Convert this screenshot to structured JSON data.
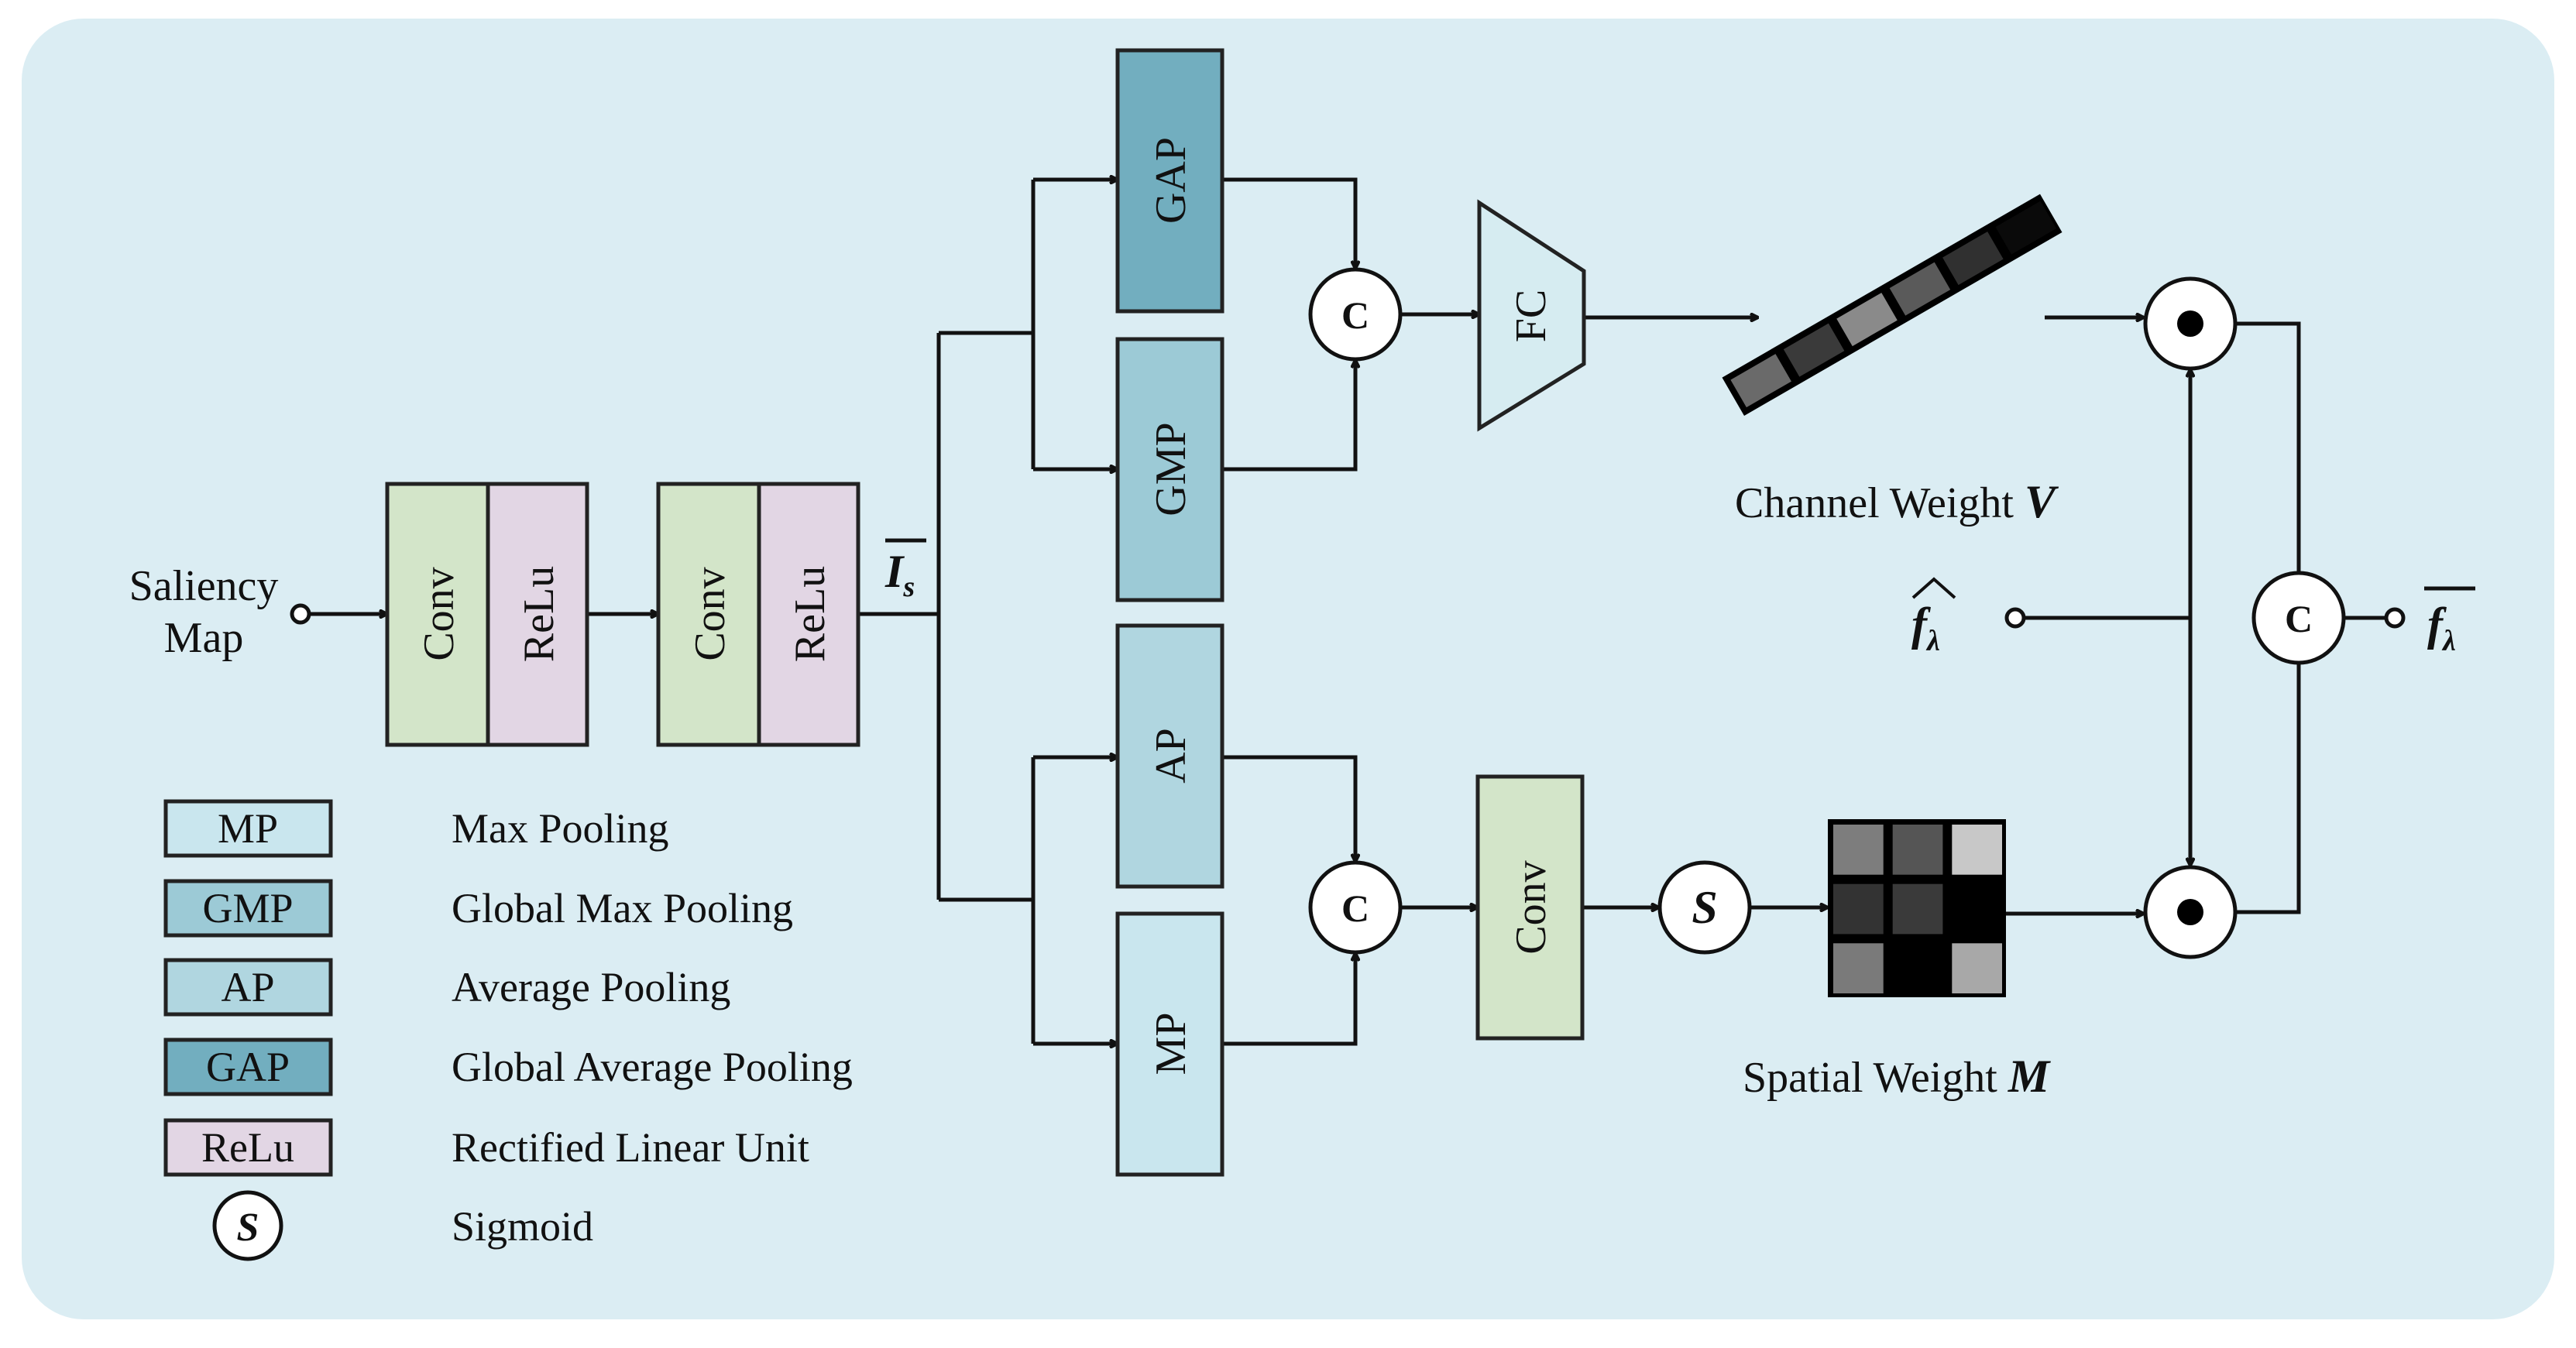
{
  "input": {
    "label_line1": "Saliency",
    "label_line2": "Map"
  },
  "blocks": {
    "conv": "Conv",
    "relu": "ReLu",
    "gap": "GAP",
    "gmp": "GMP",
    "ap": "AP",
    "mp": "MP",
    "fc": "FC"
  },
  "symbols": {
    "concat": "C",
    "sigmoid": "S",
    "i_base": "I",
    "i_sub": "s",
    "f_base": "f",
    "f_sub": "λ"
  },
  "weights": {
    "channel_label": "Channel Weight",
    "channel_var": "V",
    "spatial_label": "Spatial Weight",
    "spatial_var": "M"
  },
  "legend": [
    {
      "key": "MP",
      "desc": "Max Pooling"
    },
    {
      "key": "GMP",
      "desc": "Global Max Pooling"
    },
    {
      "key": "AP",
      "desc": "Average Pooling"
    },
    {
      "key": "GAP",
      "desc": "Global Average Pooling"
    },
    {
      "key": "ReLu",
      "desc": "Rectified Linear Unit"
    },
    {
      "key": "S",
      "desc": "Sigmoid"
    }
  ],
  "colors": {
    "background": "#dbedf3",
    "conv": "#d3e5c9",
    "relu": "#e2d6e4",
    "gap": "#72aebf",
    "gmp": "#9ccad6",
    "ap": "#b0d6e0",
    "mp": "#c9e6ee"
  },
  "channel_weight_gray": [
    "#6a6a6a",
    "#3a3a3a",
    "#8a8a8a",
    "#5a5a5a",
    "#303030",
    "#0a0a0a"
  ],
  "spatial_weight_gray": [
    [
      "#7d7d7d",
      "#555555",
      "#c8c8c8"
    ],
    [
      "#333333",
      "#3a3a3a",
      "#000000"
    ],
    [
      "#7a7a7a",
      "#000000",
      "#a8a8a8"
    ]
  ]
}
